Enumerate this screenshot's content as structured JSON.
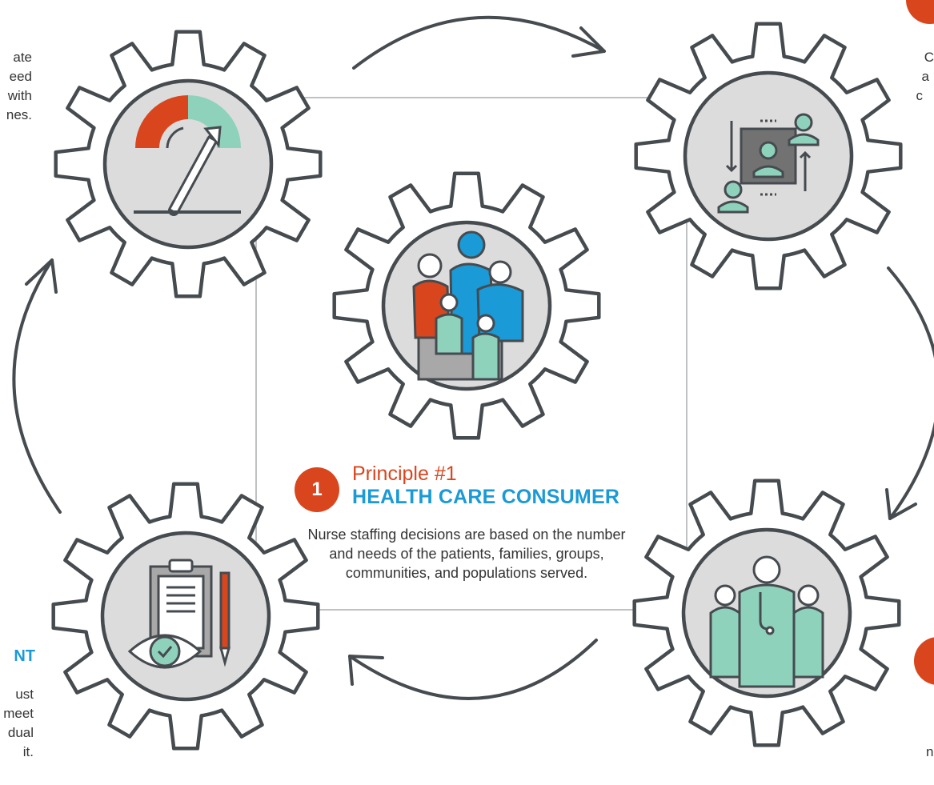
{
  "principle": {
    "number": "1",
    "title": "Principle #1",
    "name": "HEALTH CARE CONSUMER",
    "description": "Nurse staffing decisions are based on the number and needs of the patients, families, groups, communities, and populations served."
  },
  "cropped_text": {
    "left_top": [
      "ate",
      "eed",
      "with",
      "nes."
    ],
    "right_top": [
      "C",
      "a",
      "c"
    ],
    "left_bottom_heading": "NT",
    "left_bottom": [
      "ust",
      "meet",
      "dual",
      "it."
    ],
    "right_bottom": [
      "n"
    ]
  },
  "icons": [
    "gauge-arrow-icon",
    "team-exchange-icon",
    "family-group-icon",
    "clipboard-review-icon",
    "care-team-icon"
  ],
  "colors": {
    "accent_orange": "#d9461e",
    "accent_blue": "#1a9ad6",
    "accent_mint": "#8fd2bc",
    "gear_stroke": "#464b50",
    "gear_fill": "#dcdcdc"
  }
}
